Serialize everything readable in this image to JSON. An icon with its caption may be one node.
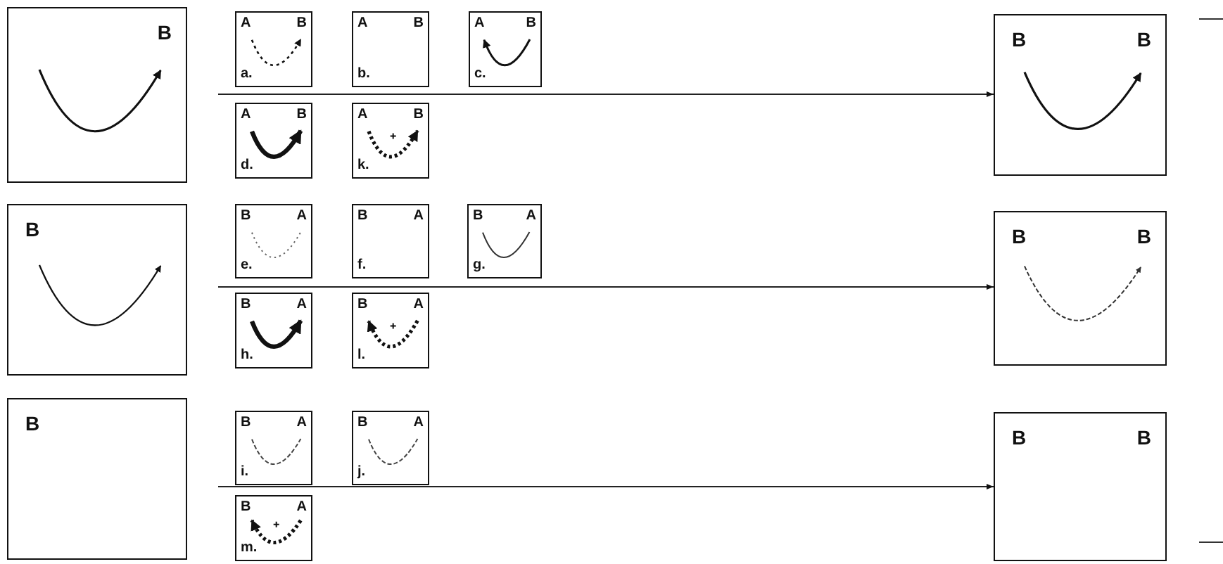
{
  "diagram": {
    "nodes": [
      {
        "text": [
          "B"
        ]
      },
      {
        "text": [
          "A",
          "B",
          "a."
        ]
      },
      {
        "text": [
          "A",
          "B",
          "b."
        ]
      },
      {
        "text": [
          "A",
          "B",
          "c."
        ]
      },
      {
        "text": [
          "A",
          "B",
          "d."
        ]
      },
      {
        "text": [
          "A",
          "B",
          "k."
        ]
      },
      {
        "text": [
          "B",
          "B"
        ]
      },
      {
        "text": [
          "B"
        ]
      },
      {
        "text": [
          "B",
          "A",
          "e."
        ]
      },
      {
        "text": [
          "B",
          "A",
          "f."
        ]
      },
      {
        "text": [
          "B",
          "A",
          "g."
        ]
      },
      {
        "text": [
          "B",
          "A",
          "h."
        ]
      },
      {
        "text": [
          "B",
          "A",
          "l."
        ]
      },
      {
        "text": [
          "B",
          "B"
        ]
      },
      {
        "text": [
          "B"
        ]
      },
      {
        "text": [
          "B",
          "A",
          "i."
        ]
      },
      {
        "text": [
          "B",
          "A",
          "j."
        ]
      },
      {
        "text": [
          "B",
          "A",
          "m."
        ]
      },
      {
        "text": [
          "B",
          "B"
        ]
      }
    ],
    "edges": [
      {
        "from": null,
        "to": 6,
        "arrow": "to"
      },
      {
        "from": null,
        "to": 13,
        "arrow": "to"
      },
      {
        "from": null,
        "to": 18,
        "arrow": "to"
      }
    ]
  }
}
